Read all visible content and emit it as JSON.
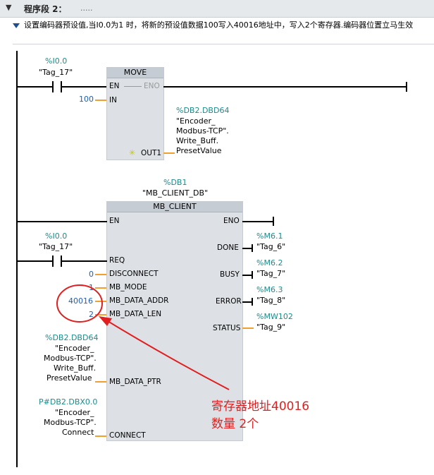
{
  "header": {
    "chevron": "▼",
    "title": "程序段 2：",
    "dots": "....."
  },
  "comment": "设置编码器预设值,当I0.0为1 时，将新的预设值数据100写入40016地址中，写入2个寄存器.编码器位置立马生效",
  "network1": {
    "contact": {
      "address": "%I0.0",
      "tag": "\"Tag_17\""
    },
    "move": {
      "title": "MOVE",
      "en": "EN",
      "eno": "ENO",
      "in_label": "IN",
      "in_value": "100",
      "out1_label": "OUT1",
      "out_address": "%DB2.DBD64",
      "out_tag": [
        "\"Encoder_",
        "Modbus-TCP\".",
        "Write_Buff.",
        "PresetValue"
      ],
      "out_marker": "✳"
    }
  },
  "network2": {
    "db_address": "%DB1",
    "db_name": "\"MB_CLIENT_DB\"",
    "block_title": "MB_CLIENT",
    "en": "EN",
    "eno": "ENO",
    "req_contact": {
      "address": "%I0.0",
      "tag": "\"Tag_17\""
    },
    "inputs": {
      "req": "REQ",
      "disconnect": "DISCONNECT",
      "disconnect_value": "0",
      "mb_mode": "MB_MODE",
      "mb_mode_value": "1",
      "mb_data_addr": "MB_DATA_ADDR",
      "mb_data_addr_value": "40016",
      "mb_data_len": "MB_DATA_LEN",
      "mb_data_len_value": "2",
      "mb_data_ptr": "MB_DATA_PTR",
      "mb_data_ptr_tag": [
        "%DB2.DBD64",
        "\"Encoder_",
        "Modbus-TCP\".",
        "Write_Buff.",
        "PresetValue"
      ],
      "connect": "CONNECT",
      "connect_tag": [
        "P#DB2.DBX0.0",
        "\"Encoder_",
        "Modbus-TCP\".",
        "Connect"
      ]
    },
    "outputs": {
      "done": "DONE",
      "done_address": "%M6.1",
      "done_tag": "\"Tag_6\"",
      "busy": "BUSY",
      "busy_address": "%M6.2",
      "busy_tag": "\"Tag_7\"",
      "error": "ERROR",
      "error_address": "%M6.3",
      "error_tag": "\"Tag_8\"",
      "status": "STATUS",
      "status_address": "%MW102",
      "status_tag": "\"Tag_9\""
    }
  },
  "annotation": {
    "line1": "寄存器地址40016",
    "line2": "数量 2个",
    "color": "#e02020"
  }
}
